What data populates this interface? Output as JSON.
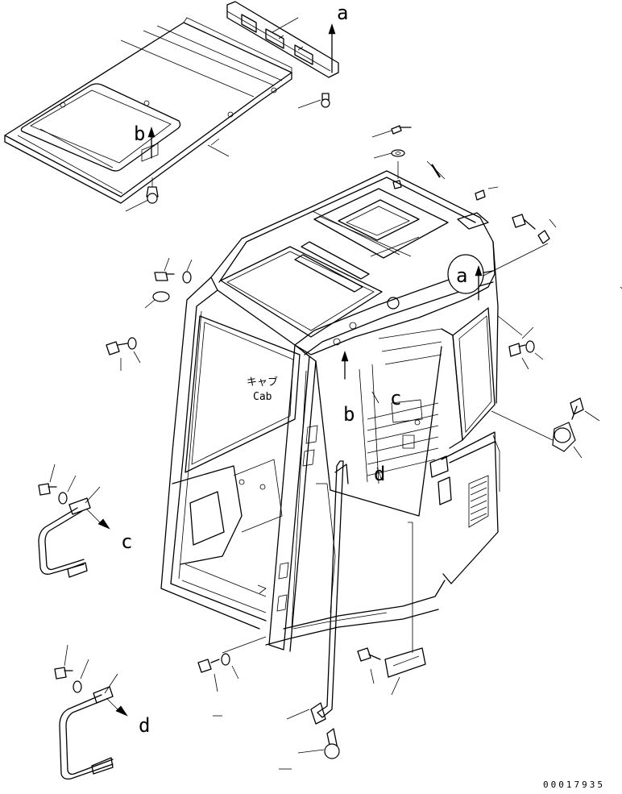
{
  "labels": {
    "a_top": "a",
    "a_cab": "a",
    "b_roof": "b",
    "b_cab": "b",
    "c_cab": "c",
    "c_arrow": "c",
    "d_cab": "d",
    "d_arrow": "d",
    "cab_jp": "キャブ",
    "cab_en": "Cab",
    "drawing_number": "00017935"
  }
}
